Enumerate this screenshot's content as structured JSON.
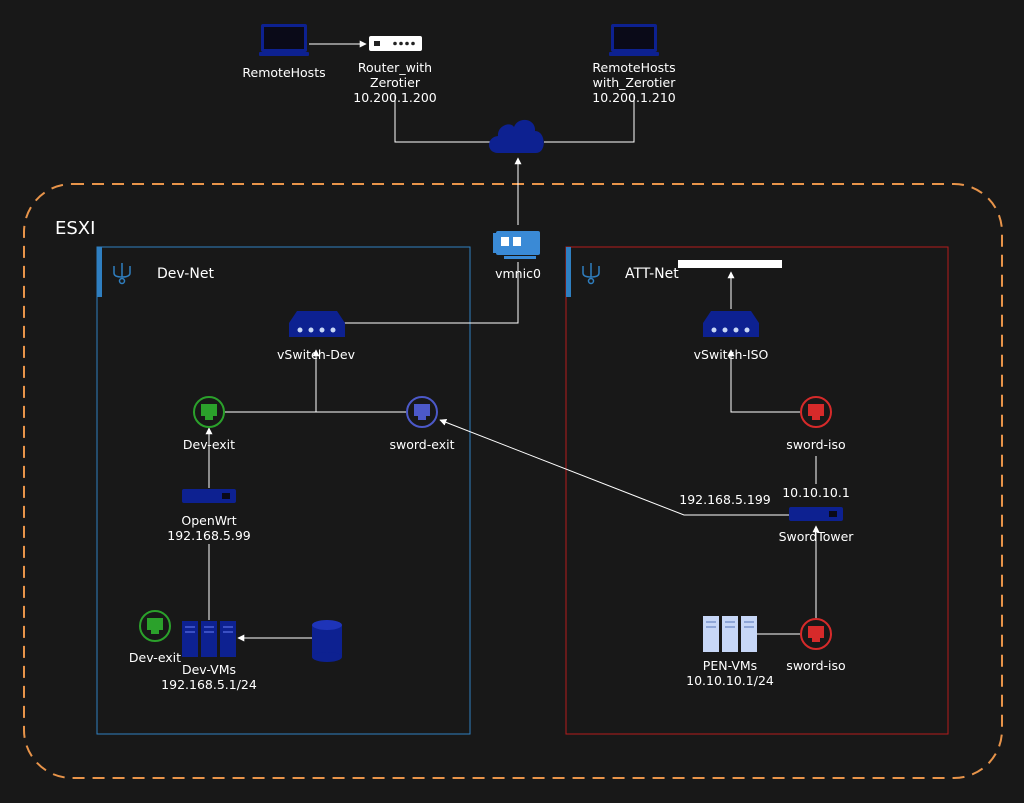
{
  "esxi": {
    "title": "ESXI"
  },
  "groups": {
    "dev": {
      "title": "Dev-Net",
      "color": "#2f7fc1"
    },
    "att": {
      "title": "ATT-Net",
      "color": "#b31b1b"
    }
  },
  "nodes": {
    "remote_hosts": {
      "label": "RemoteHosts"
    },
    "router": {
      "line1": "Router_with",
      "line2": "Zerotier",
      "line3": "10.200.1.200"
    },
    "remote_hosts_zt": {
      "line1": "RemoteHosts",
      "line2": "with_Zerotier",
      "line3": "10.200.1.210"
    },
    "vmnic": {
      "label": "vmnic0"
    },
    "vswitch_dev": {
      "label": "vSwitch-Dev"
    },
    "vswitch_iso": {
      "label": "vSwitch-ISO"
    },
    "dev_exit": {
      "label": "Dev-exit"
    },
    "sword_exit": {
      "label": "sword-exit"
    },
    "openwrt": {
      "line1": "OpenWrt",
      "line2": "192.168.5.99"
    },
    "dev_exit_2": {
      "label": "Dev-exit"
    },
    "dev_vms": {
      "line1": "Dev-VMs",
      "line2": "192.168.5.1/24"
    },
    "sword_iso_top": {
      "label": "sword-iso"
    },
    "swordtower": {
      "label": "SwordTower",
      "ip_left": "192.168.5.199",
      "ip_top": "10.10.10.1"
    },
    "pen_vms": {
      "line1": "PEN-VMs",
      "line2": "10.10.10.1/24"
    },
    "sword_iso_bottom": {
      "label": "sword-iso"
    }
  },
  "colors": {
    "dark_blue": "#0d2191",
    "accent_orange": "#e8944a",
    "green": "#2ba12b",
    "red": "#d62a2a",
    "light_blue": "#c7d7f7"
  }
}
